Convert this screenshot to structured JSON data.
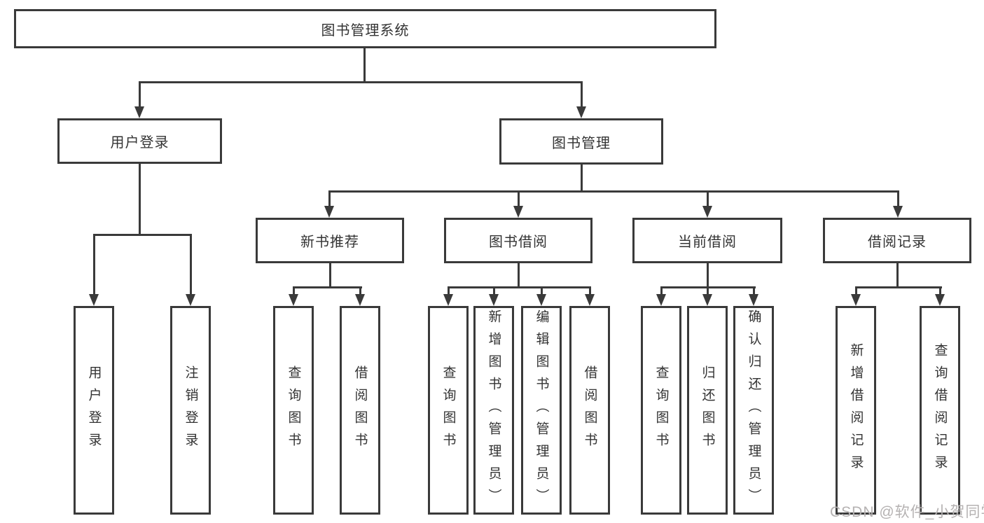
{
  "diagram": {
    "root_label": "图书管理系统",
    "level2": [
      {
        "label": "用户登录",
        "children": [
          "用户登录",
          "注销登录"
        ]
      },
      {
        "label": "图书管理"
      }
    ],
    "level3": [
      {
        "label": "新书推荐",
        "children": [
          "查询图书",
          "借阅图书"
        ]
      },
      {
        "label": "图书借阅",
        "children": [
          "查询图书",
          "新增图书（管理员）",
          "编辑图书（管理员）",
          "借阅图书"
        ]
      },
      {
        "label": "当前借阅",
        "children": [
          "查询图书",
          "归还图书",
          "确认归还（管理员）"
        ]
      },
      {
        "label": "借阅记录",
        "children": [
          "新增借阅记录",
          "查询借阅记录"
        ]
      }
    ]
  },
  "watermark": {
    "text": "CSDN @软件_小贺同学"
  },
  "colors": {
    "line": "#3a3a3a",
    "text": "#333333",
    "watermark": "#b5b2b2",
    "background": "#ffffff"
  }
}
